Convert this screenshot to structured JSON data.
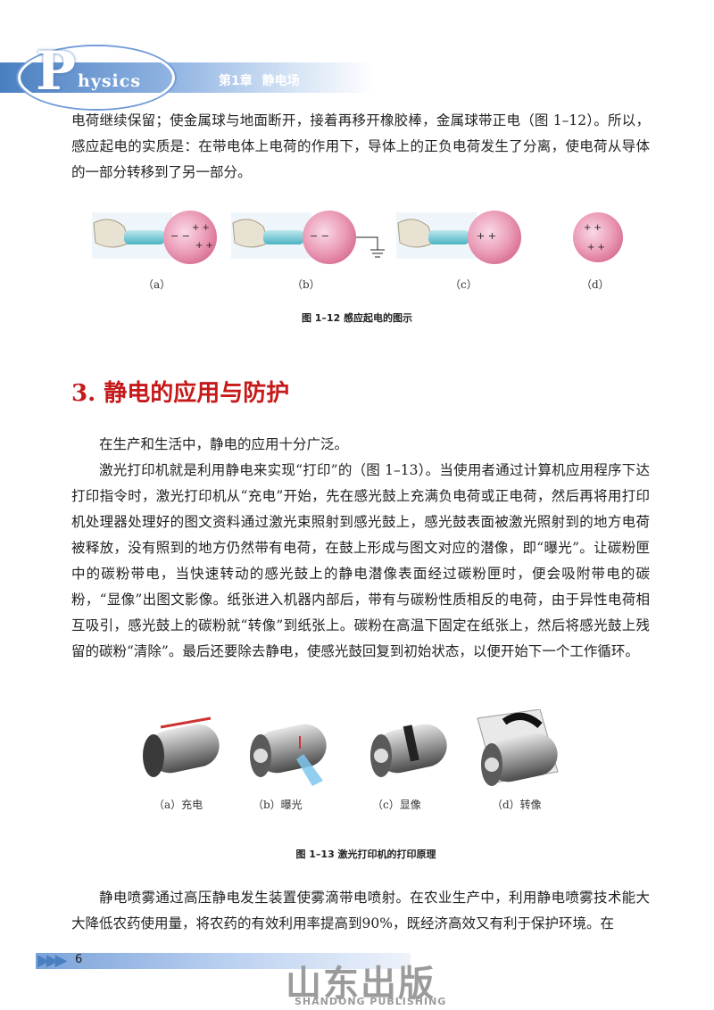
{
  "header": {
    "brand_initial": "P",
    "brand_rest": "hysics",
    "chapter": "第1章  静电场"
  },
  "paragraphs": {
    "p1": "电荷继续保留；使金属球与地面断开，接着再移开橡胶棒，金属球带正电（图 1–12）。所以，感应起电的实质是：在带电体上电荷的作用下，导体上的正负电荷发生了分离，使电荷从导体的一部分转移到了另一部分。",
    "p2": "在生产和生活中，静电的应用十分广泛。",
    "p3": "激光打印机就是利用静电来实现“打印”的（图 1–13）。当使用者通过计算机应用程序下达打印指令时，激光打印机从“充电”开始，先在感光鼓上充满负电荷或正电荷，然后再将用打印机处理器处理好的图文资料通过激光束照射到感光鼓上，感光鼓表面被激光照射到的地方电荷被释放，没有照到的地方仍然带有电荷，在鼓上形成与图文对应的潜像，即“曝光”。让碳粉匣中的碳粉带电，当快速转动的感光鼓上的静电潜像表面经过碳粉匣时，便会吸附带电的碳粉，“显像”出图文影像。纸张进入机器内部后，带有与碳粉性质相反的电荷，由于异性电荷相互吸引，感光鼓上的碳粉就“转像”到纸张上。碳粉在高温下固定在纸张上，然后将感光鼓上残留的碳粉“清除”。最后还要除去静电，使感光鼓回复到初始状态，以便开始下一个工作循环。",
    "p4": "静电喷雾通过高压静电发生装置使雾滴带电喷射。在农业生产中，利用静电喷雾技术能大大降低农药使用量，将农药的有效利用率提高到90%，既经济高效又有利于保护环境。在"
  },
  "figure_12": {
    "labels": [
      "（a）",
      "（b）",
      "（c）",
      "（d）"
    ],
    "caption": "图 1–12   感应起电的图示"
  },
  "section": {
    "title": "3. 静电的应用与防护"
  },
  "figure_13": {
    "labels": [
      "（a）充电",
      "（b）曝光",
      "（c）显像",
      "（d）转像"
    ],
    "caption": "图 1–13   激光打印机的打印原理"
  },
  "footer": {
    "page_number": "6",
    "watermark_cn": "山东出版",
    "watermark_en": "SHANDONG PUBLISHING"
  }
}
